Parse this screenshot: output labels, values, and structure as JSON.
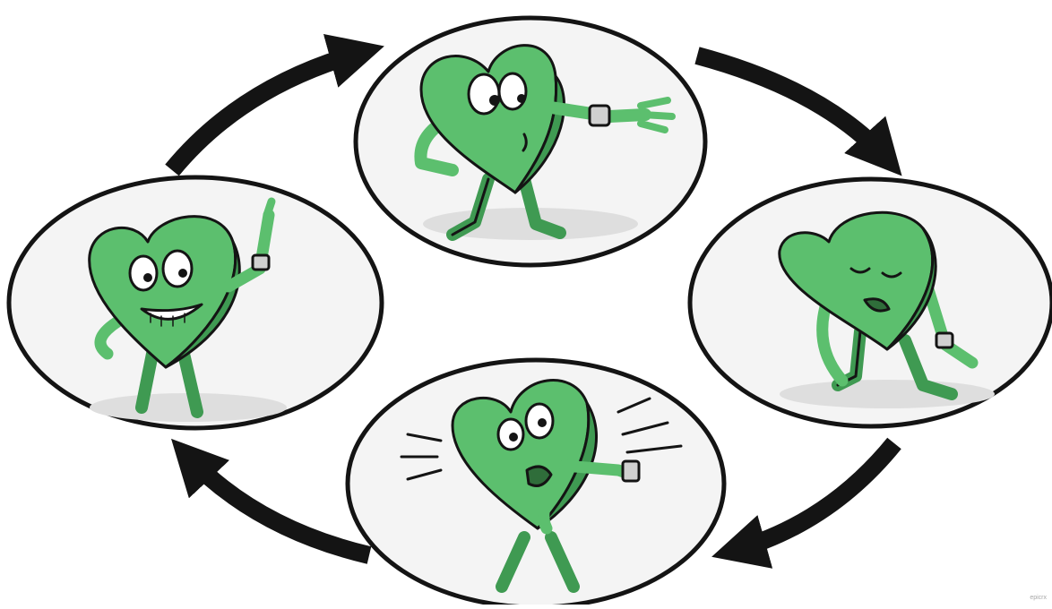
{
  "diagram": {
    "type": "cycle",
    "arrow_direction": "clockwise",
    "colors": {
      "heart_fill": "#5cbf6e",
      "heart_shade": "#3f9a52",
      "outline": "#141414",
      "ellipse_fill": "#f4f4f4",
      "ellipse_shadow": "#d9d9d9",
      "watch": "#cfcfcf"
    },
    "stages": [
      {
        "position": "top",
        "pose": "looking-at-wristwatch"
      },
      {
        "position": "right",
        "pose": "tired-slumped"
      },
      {
        "position": "bottom",
        "pose": "anxious-checking-watch"
      },
      {
        "position": "left",
        "pose": "cheerful-finger-raised"
      }
    ],
    "watermark": "epicrx"
  }
}
